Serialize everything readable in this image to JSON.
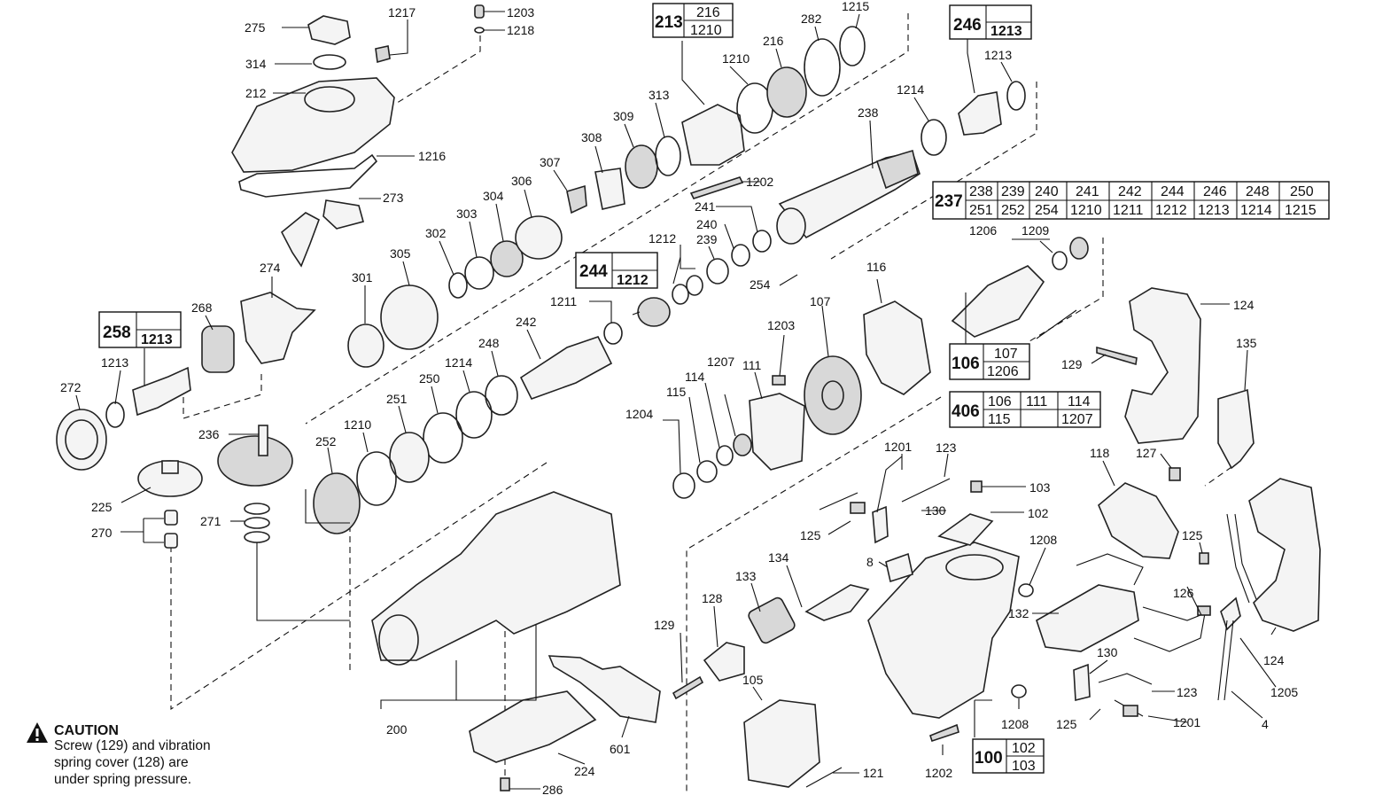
{
  "caution": {
    "title": "CAUTION",
    "line1": "Screw (129) and vibration",
    "line2": "spring cover (128) are",
    "line3": "under spring pressure."
  },
  "labels": {
    "p275": "275",
    "p1217": "1217",
    "p1203a": "1203",
    "p1218": "1218",
    "p314": "314",
    "p212": "212",
    "p1216": "1216",
    "p273": "273",
    "p274": "274",
    "p268": "268",
    "p1213a": "1213",
    "p272": "272",
    "p236": "236",
    "p225": "225",
    "p270": "270",
    "p271": "271",
    "p301": "301",
    "p305": "305",
    "p302": "302",
    "p303": "303",
    "p304": "304",
    "p306": "306",
    "p307": "307",
    "p308": "308",
    "p309": "309",
    "p313": "313",
    "p1210a": "1210",
    "p216": "216",
    "p282": "282",
    "p1215": "1215",
    "p1213b": "1213",
    "p1214a": "1214",
    "p238": "238",
    "p1202a": "1202",
    "p241": "241",
    "p240": "240",
    "p239": "239",
    "p254": "254",
    "p1212": "1212",
    "p1211": "1211",
    "p242": "242",
    "p248": "248",
    "p1214b": "1214",
    "p250": "250",
    "p251": "251",
    "p1210b": "1210",
    "p252": "252",
    "p1206": "1206",
    "p1209": "1209",
    "p116": "116",
    "p107": "107",
    "p1203b": "1203",
    "p111": "111",
    "p1207": "1207",
    "p114": "114",
    "p115": "115",
    "p1204": "1204",
    "p124a": "124",
    "p129a": "129",
    "p135": "135",
    "p127": "127",
    "p118": "118",
    "p1201a": "1201",
    "p123a": "123",
    "p103": "103",
    "p130a": "130",
    "p102": "102",
    "p125a": "125",
    "p8": "8",
    "p1208a": "1208",
    "p134": "134",
    "p133": "133",
    "p128": "128",
    "p129b": "129",
    "p132": "132",
    "p125b": "125",
    "p126": "126",
    "p124b": "124",
    "p1205": "1205",
    "p4": "4",
    "p130b": "130",
    "p123b": "123",
    "p1201b": "1201",
    "p125c": "125",
    "p1208b": "1208",
    "p105": "105",
    "p200": "200",
    "p601": "601",
    "p224": "224",
    "p286": "286",
    "p121": "121",
    "p1202b": "1202"
  },
  "kit_boxes": {
    "k213": {
      "id": "213",
      "items": [
        "216",
        "1210"
      ]
    },
    "k246": {
      "id": "246",
      "items": [
        "",
        "1213"
      ]
    },
    "k258": {
      "id": "258",
      "items": [
        "",
        "1213"
      ]
    },
    "k244": {
      "id": "244",
      "items": [
        "",
        "1212"
      ]
    },
    "k106": {
      "id": "106",
      "items": [
        "107",
        "1206"
      ]
    },
    "k100": {
      "id": "100",
      "items": [
        "102",
        "103"
      ]
    }
  },
  "kit_tables": {
    "k237": {
      "id": "237",
      "row1": [
        "238",
        "239",
        "240",
        "241",
        "242",
        "244",
        "246",
        "248",
        "250"
      ],
      "row2": [
        "251",
        "252",
        "254",
        "1210",
        "1211",
        "1212",
        "1213",
        "1214",
        "1215"
      ]
    },
    "k406": {
      "id": "406",
      "row1": [
        "106",
        "111",
        "114"
      ],
      "row2": [
        "115",
        "",
        "1207"
      ]
    }
  }
}
